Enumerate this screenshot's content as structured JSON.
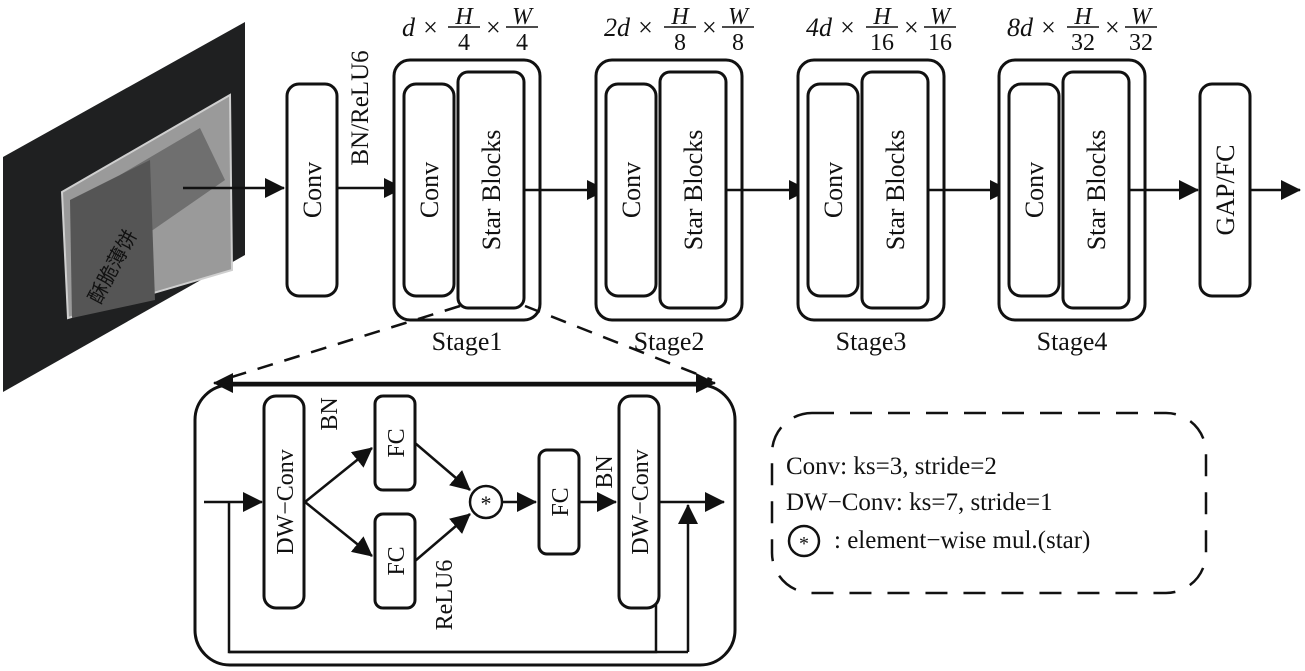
{
  "input_image": {
    "description": "packaged biscuit bag photo",
    "package_text": "酥脆薄饼"
  },
  "stem": {
    "label": "Conv",
    "activation": "BN/ReLU6"
  },
  "stages": [
    {
      "name": "Stage1",
      "conv": "Conv",
      "blocks": "Star Blocks",
      "dim_prefix": "d ×",
      "h_num": "H",
      "h_den": "4",
      "w_num": "W",
      "w_den": "4"
    },
    {
      "name": "Stage2",
      "conv": "Conv",
      "blocks": "Star Blocks",
      "dim_prefix": "2d ×",
      "h_num": "H",
      "h_den": "8",
      "w_num": "W",
      "w_den": "8"
    },
    {
      "name": "Stage3",
      "conv": "Conv",
      "blocks": "Star Blocks",
      "dim_prefix": "4d ×",
      "h_num": "H",
      "h_den": "16",
      "w_num": "W",
      "w_den": "16"
    },
    {
      "name": "Stage4",
      "conv": "Conv",
      "blocks": "Star Blocks",
      "dim_prefix": "8d ×",
      "h_num": "H",
      "h_den": "32",
      "w_num": "W",
      "w_den": "32"
    }
  ],
  "times": "×",
  "head": {
    "label": "GAP/FC"
  },
  "star_block": {
    "dwconv_in": "DW−Conv",
    "bn_in": "BN",
    "fc_top": "FC",
    "fc_bottom": "FC",
    "relu": "ReLU6",
    "star": "*",
    "fc_mid": "FC",
    "bn_out": "BN",
    "dwconv_out": "DW−Conv"
  },
  "legend": {
    "line1": "Conv: ks=3, stride=2",
    "line2": "DW−Conv: ks=7, stride=1",
    "star_symbol": "*",
    "line3": ": element−wise mul.(star)"
  }
}
